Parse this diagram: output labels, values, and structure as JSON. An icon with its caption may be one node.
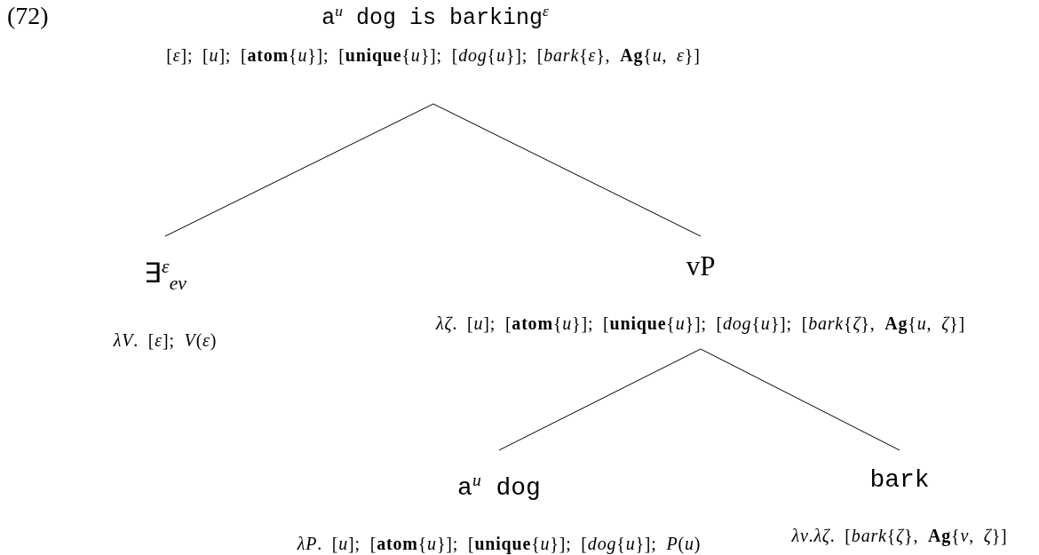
{
  "diagram": {
    "title": "a$^{u}$ dog is barking$^{ε}$",
    "nodes": [
      {
        "text": [
          "[*ε*]; [*u*]; [**atom**{*u*}]; [**unique**{*u*}]; [*dog*{*u*}]; [*bark*{*ε*}, **Ag**{*u*, *ε*}]"
        ]
      },
      {
        "text": [
          "∃$^{ε}$$_{ev}$",
          "*λV*. [*ε*]; *V*(*ε*)"
        ]
      },
      {
        "text": [
          "vP",
          "*λζ*. [*u*]; [**atom**{*u*}]; [**unique**{*u*}]; [*dog*{*u*}]; [*bark*{*ζ*}, **Ag**{*u*, *ζ*}]"
        ]
      },
      {
        "text": [
          "a$^{u}$ dog",
          "*λP*. [*u*]; [**atom**{*u*}]; [**unique**{*u*}]; [*dog*{*u*}]; *P*(*u*)"
        ]
      },
      {
        "text": [
          "bark",
          "*λv*.*λζ*. [*bark*{*ζ*}, **Ag**{*v*, *ζ*}]"
        ]
      }
    ],
    "edges": [
      {
        "from": 0,
        "to": 1,
        "arrow": "none"
      },
      {
        "from": 0,
        "to": 2,
        "arrow": "none"
      },
      {
        "from": 2,
        "to": 3,
        "arrow": "none"
      },
      {
        "from": 2,
        "to": 4,
        "arrow": "none"
      }
    ],
    "labels": [
      "(72)"
    ]
  }
}
